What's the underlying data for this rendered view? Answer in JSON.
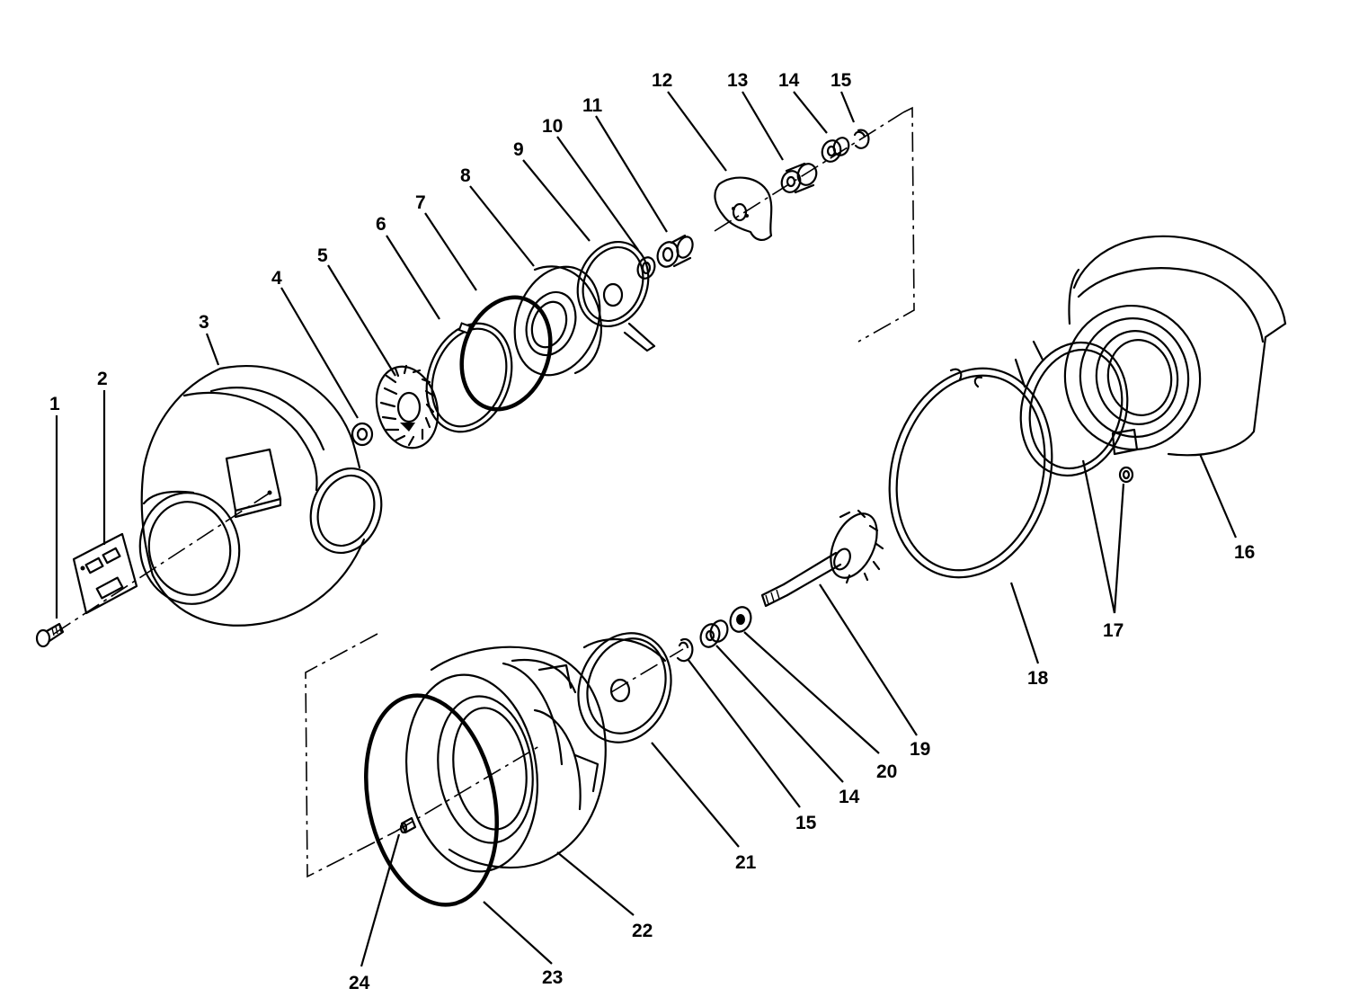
{
  "diagram": {
    "callouts": {
      "c1": "1",
      "c2": "2",
      "c3": "3",
      "c4": "4",
      "c5": "5",
      "c6": "6",
      "c7": "7",
      "c8": "8",
      "c9": "9",
      "c10": "10",
      "c11": "11",
      "c12": "12",
      "c13": "13",
      "c14a": "14",
      "c15a": "15",
      "c16": "16",
      "c17": "17",
      "c18": "18",
      "c19": "19",
      "c20": "20",
      "c15b": "15",
      "c14b": "14",
      "c21": "21",
      "c22": "22",
      "c23": "23",
      "c24": "24"
    }
  }
}
